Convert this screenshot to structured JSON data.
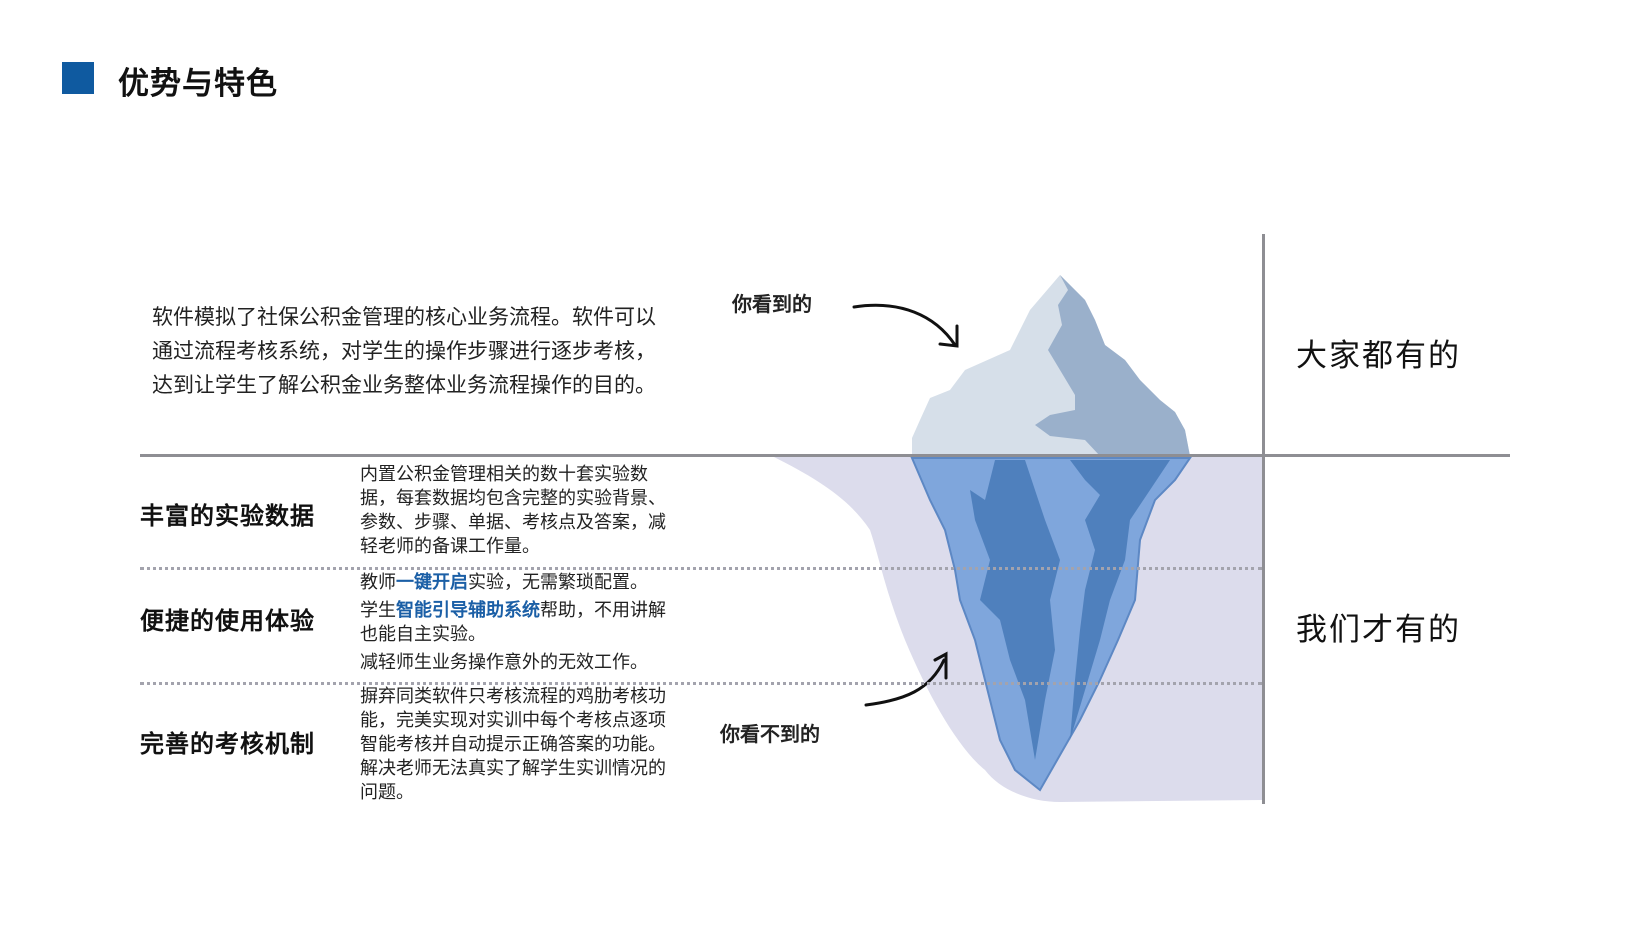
{
  "header": {
    "title": "优势与特色",
    "accent_color": "#0f5aa0"
  },
  "intro": {
    "text": "软件模拟了社保公积金管理的核心业务流程。软件可以通过流程考核系统，对学生的操作步骤进行逐步考核，达到让学生了解公积金业务整体业务流程操作的目的。"
  },
  "features": [
    {
      "title": "丰富的实验数据",
      "description": "内置公积金管理相关的数十套实验数据，每套数据均包含完整的实验背景、参数、步骤、单据、考核点及答案，减轻老师的备课工作量。"
    },
    {
      "title": "便捷的使用体验",
      "lines": [
        {
          "pre": "教师",
          "highlight": "一键开启",
          "post": "实验，无需繁琐配置。"
        },
        {
          "pre": "学生",
          "highlight": "智能引导辅助系统",
          "post": "帮助，不用讲解也能自主实验。"
        },
        {
          "pre": "减轻师生业务操作意外的无效工作。",
          "highlight": "",
          "post": ""
        }
      ]
    },
    {
      "title": "完善的考核机制",
      "description": "摒弃同类软件只考核流程的鸡肋考核功能，完美实现对实训中每个考核点逐项智能考核并自动提示正确答案的功能。解决老师无法真实了解学生实训情况的问题。"
    }
  ],
  "iceberg": {
    "label_visible": "你看到的",
    "label_hidden": "你看不到的",
    "colors": {
      "tip_light": "#d6dfe9",
      "tip_shadow": "#9ab0cb",
      "body_light": "#7fa6dc",
      "body_dark": "#4f80bd",
      "water": "#dcdcec",
      "divider": "#8e8e93"
    }
  },
  "side_labels": {
    "top": "大家都有的",
    "bottom": "我们才有的"
  }
}
